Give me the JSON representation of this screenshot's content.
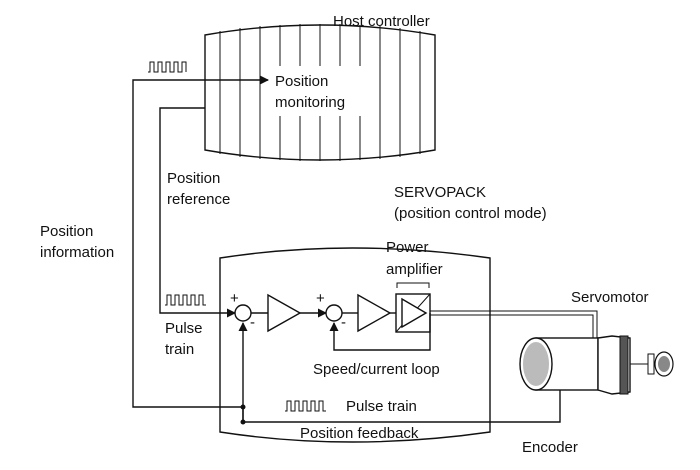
{
  "labels": {
    "host_controller": "Host controller",
    "position_monitoring_1": "Position",
    "position_monitoring_2": "monitoring",
    "position_reference_1": "Position",
    "position_reference_2": "reference",
    "position_information_1": "Position",
    "position_information_2": "information",
    "servopack_1": "SERVOPACK",
    "servopack_2": "(position control mode)",
    "power_amplifier_1": "Power",
    "power_amplifier_2": "amplifier",
    "servomotor": "Servomotor",
    "pulse_train_in_1": "Pulse",
    "pulse_train_in_2": "train",
    "speed_current_loop": "Speed/current loop",
    "pulse_train_fb": "Pulse train",
    "position_feedback": "Position feedback",
    "encoder": "Encoder",
    "plus_1": "+",
    "minus_1": "-",
    "plus_2": "+",
    "minus_2": "-"
  }
}
